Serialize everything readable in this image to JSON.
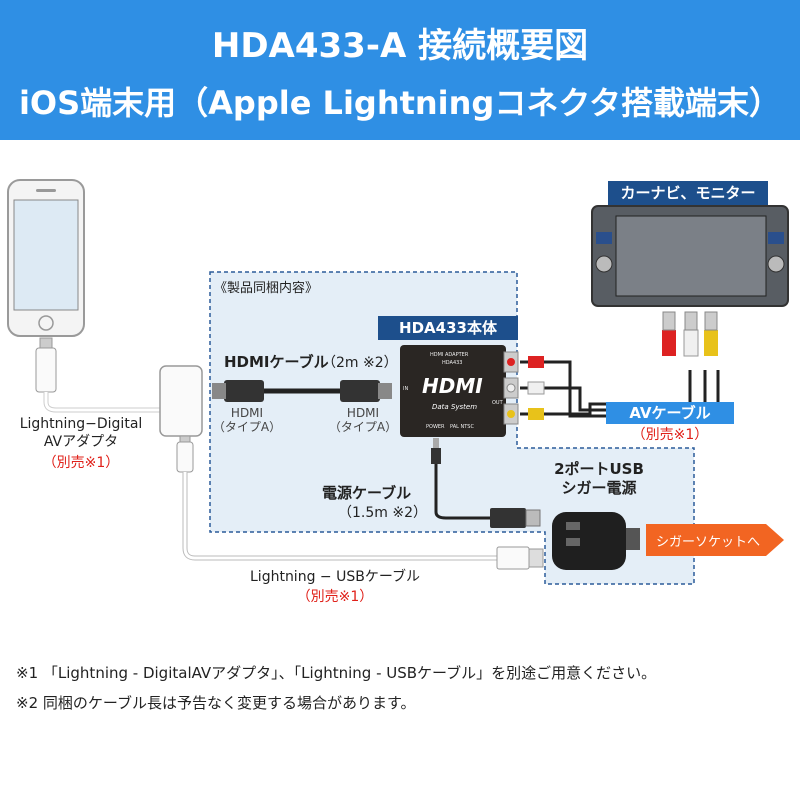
{
  "header": {
    "title_line1": "HDA433-A 接続概要図",
    "title_line2": "iOS端末用（Apple Lightningコネクタ搭載端末）"
  },
  "package_label": "《製品同梱内容》",
  "device": {
    "unit_label": "HDA433本体",
    "face_top": "HDMI ADAPTER",
    "face_model": "HDA433",
    "face_logo": "HDMI",
    "face_brand": "Data System",
    "face_power": "POWER",
    "face_mode": "PAL  NTSC",
    "face_in": "IN",
    "face_out": "OUT"
  },
  "monitor_label": "カーナビ、モニター",
  "hdmi_cable": {
    "label": "HDMIケーブル",
    "length": "（2m ※2）",
    "end_left": "HDMI\n（タイプA）",
    "end_right": "HDMI\n（タイプA）"
  },
  "adapter": {
    "name": "Lightning−Digital\nAVアダプタ",
    "note": "（別売※1）"
  },
  "av_cable": {
    "label": "AVケーブル",
    "note": "（別売※1）"
  },
  "power_cable": {
    "label": "電源ケーブル",
    "length": "（1.5m ※2）"
  },
  "usb_charger": {
    "label": "2ポートUSB\nシガー電源"
  },
  "socket_arrow": "シガーソケットへ",
  "usb_cable": {
    "label": "Lightning − USBケーブル",
    "note": "（別売※1）"
  },
  "footnotes": [
    "※1 「Lightning - DigitalAVアダプタ」、「Lightning - USBケーブル」を別途ご用意ください。",
    "※2 同梱のケーブル長は予告なく変更する場合があります。"
  ],
  "colors": {
    "header_bg": "#2f8fe4",
    "dashed_box_bg": "#e4eef7",
    "dark_label_bg": "#1d4f8c",
    "accent_red": "#e0211a",
    "arrow_orange": "#f26522"
  }
}
